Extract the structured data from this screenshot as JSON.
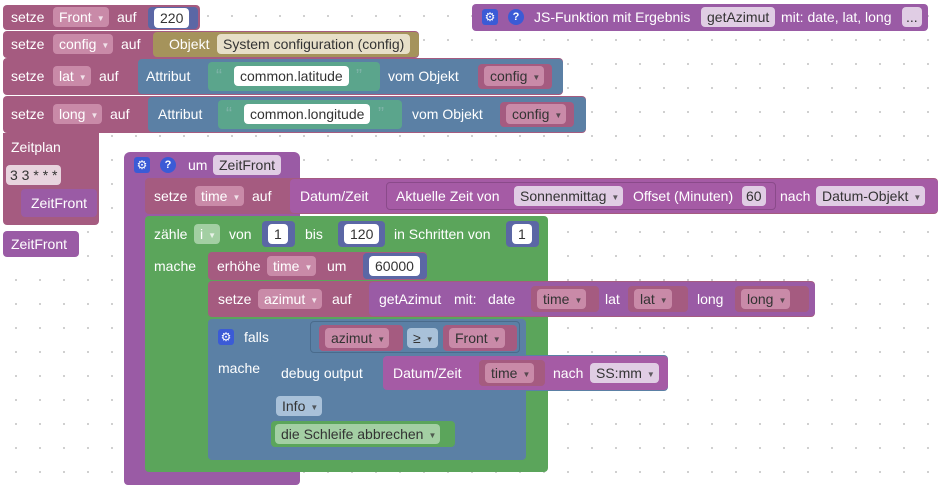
{
  "blocks": {
    "set_front": {
      "setze": "setze",
      "var": "Front",
      "auf": "auf",
      "value": "220"
    },
    "set_config": {
      "setze": "setze",
      "var": "config",
      "auf": "auf",
      "objekt": "Objekt",
      "value": "System configuration (config)"
    },
    "set_lat": {
      "setze": "setze",
      "var": "lat",
      "auf": "auf",
      "attribut": "Attribut",
      "string": "common.latitude",
      "vom": "vom Objekt",
      "obj": "config"
    },
    "set_long": {
      "setze": "setze",
      "var": "long",
      "auf": "auf",
      "attribut": "Attribut",
      "string": "common.longitude",
      "vom": "vom Objekt",
      "obj": "config"
    },
    "schedule": {
      "label": "Zeitplan",
      "cron": "3 3 * * *",
      "name": "ZeitFront"
    },
    "call_zeitfront": {
      "label": "ZeitFront"
    },
    "js_function": {
      "label": "JS-Funktion mit Ergebnis",
      "name": "getAzimut",
      "mit": "mit: date, lat, long",
      "more": "..."
    },
    "procedure": {
      "um": "um",
      "name": "ZeitFront",
      "set_time": {
        "setze": "setze",
        "var": "time",
        "auf": "auf",
        "datumzeit": "Datum/Zeit",
        "aktuelle": "Aktuelle Zeit von",
        "event": "Sonnenmittag",
        "offset": "Offset (Minuten)",
        "offset_val": "60",
        "nach": "nach",
        "format": "Datum-Objekt"
      },
      "loop": {
        "zaehle": "zähle",
        "var": "i",
        "von": "von",
        "from": "1",
        "bis": "bis",
        "to": "120",
        "schritten": "in Schritten von",
        "step": "1",
        "mache": "mache"
      },
      "increment": {
        "label": "erhöhe",
        "var": "time",
        "um": "um",
        "value": "60000"
      },
      "set_azimut": {
        "setze": "setze",
        "var": "azimut",
        "auf": "auf",
        "call": "getAzimut",
        "mit": "mit:",
        "date_label": "date",
        "date_var": "time",
        "lat_label": "lat",
        "lat_var": "lat",
        "long_label": "long",
        "long_var": "long"
      },
      "if": {
        "falls": "falls",
        "var": "azimut",
        "op": "≥",
        "cmp_var": "Front",
        "mache": "mache"
      },
      "debug": {
        "label": "debug output",
        "datumzeit": "Datum/Zeit",
        "var": "time",
        "nach": "nach",
        "format": "SS:mm",
        "level": "Info"
      },
      "break": {
        "label": "die Schleife abbrechen"
      }
    }
  },
  "colors": {
    "variable": "#a55b80",
    "variable_field": "#bd6b96",
    "object": "#a5935b",
    "attribute": "#5b80a5",
    "text": "#5ba58c",
    "math": "#5b67a5",
    "procedure": "#9a5ba5",
    "time": "#a55ba5",
    "loop": "#5ba55b",
    "logic": "#5b80a5",
    "debug": "#5b80a5",
    "schedule": "#a55b80"
  }
}
